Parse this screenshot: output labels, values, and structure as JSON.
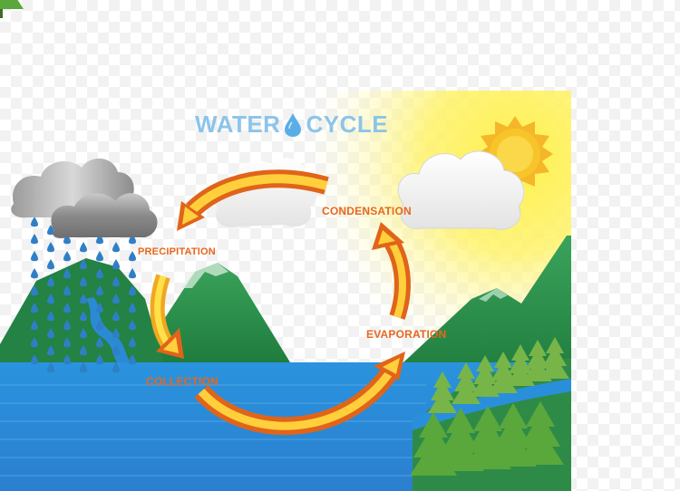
{
  "title": {
    "word1": "WATER",
    "word2": "CYCLE",
    "icon": "water-drop-icon"
  },
  "labels": {
    "condensation": "CONDENSATION",
    "precipitation": "PRECIPITATION",
    "evaporation": "EVAPORATION",
    "collection": "COLLECTION"
  },
  "colors": {
    "title": "#8cc4ea",
    "label": "#e8671c",
    "water": "#2f8fd8",
    "mountain": "#2a8f4a",
    "tree": "#5aa83c",
    "sun": "#f7c52a",
    "rain_cloud": "#8e8e8e",
    "arrow_outer": "#e06a1a",
    "arrow_inner": "#ffd640"
  }
}
